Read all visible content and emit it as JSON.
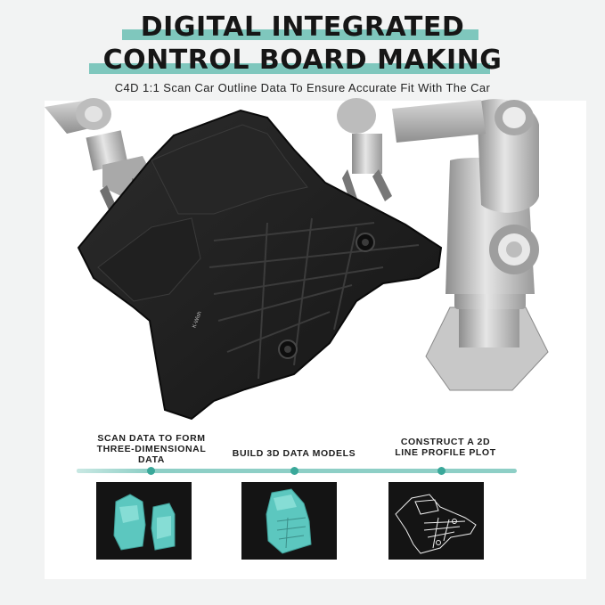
{
  "title_line_1": "DIGITAL INTEGRATED",
  "title_line_2": "CONTROL BOARD MAKING",
  "subtitle": "C4D 1:1 Scan Car Outline Data To Ensure Accurate Fit With The Car",
  "mat_logo_text": "K-Wish",
  "colors": {
    "accent": "#7fc7bd",
    "timeline": "#8ecfc6",
    "scan_teal": "#5cc7bf",
    "thumb_bg": "#141414",
    "mat_black": "#1c1c1c"
  },
  "steps": [
    {
      "label_line_1": "SCAN DATA TO FORM",
      "label_line_2": "THREE-DIMENSIONAL",
      "label_line_3": "DATA"
    },
    {
      "label_line_1": "BUILD 3D DATA MODELS"
    },
    {
      "label_line_1": "CONSTRUCT A 2D",
      "label_line_2": "LINE PROFILE PLOT"
    }
  ]
}
